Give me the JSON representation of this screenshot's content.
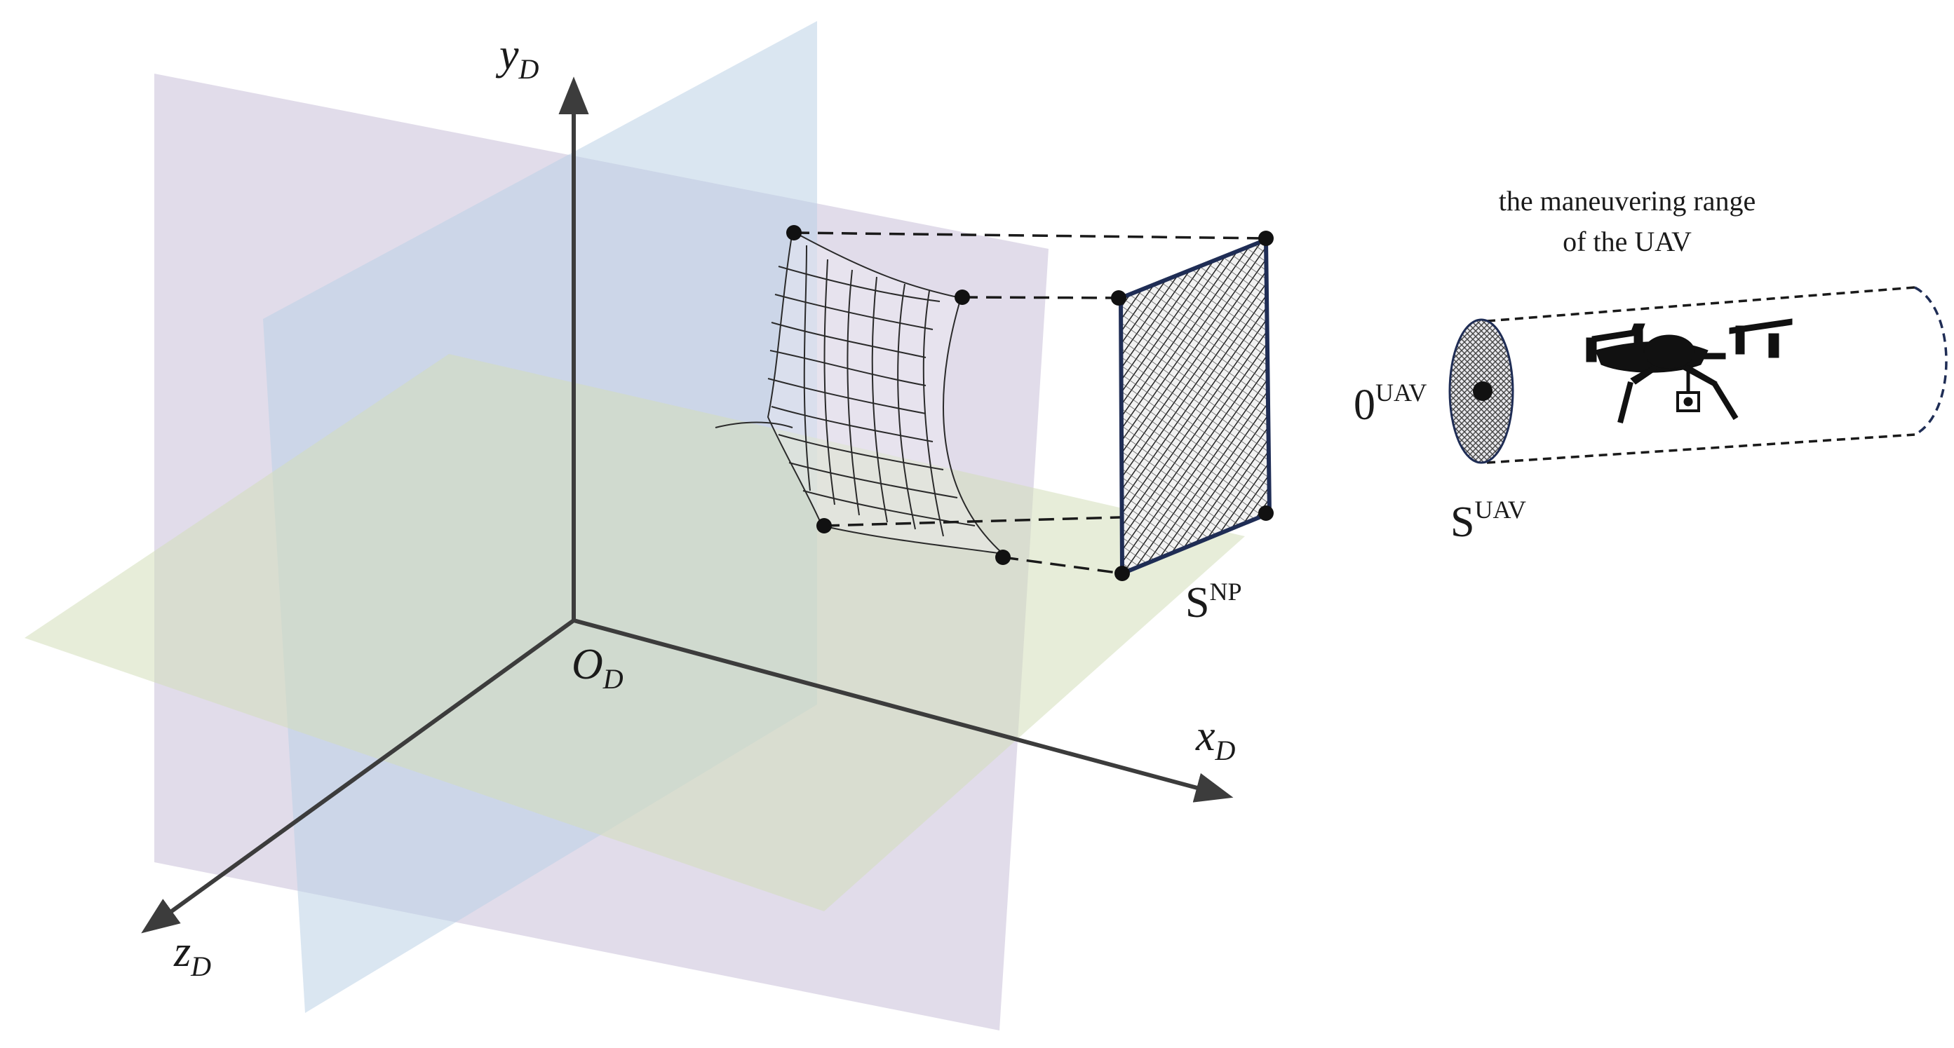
{
  "axes": {
    "y": {
      "main": "y",
      "sub": "D"
    },
    "x": {
      "main": "x",
      "sub": "D"
    },
    "z": {
      "main": "z",
      "sub": "D"
    },
    "origin": {
      "main": "O",
      "sub": "D"
    }
  },
  "labels": {
    "net_projection": {
      "main": "S",
      "sup": "NP"
    },
    "uav_section": {
      "main": "S",
      "sup": "UAV"
    },
    "uav_center": {
      "main": "0",
      "sup": "UAV"
    }
  },
  "caption": {
    "line1": "the maneuvering range",
    "line2": "of the UAV"
  },
  "colors": {
    "purple_plane": "#c8c0d8",
    "blue_plane": "#bcd2e6",
    "green_plane": "#d2ddb8",
    "axis": "#3c3c3c",
    "projection_border": "#1f2d55"
  }
}
